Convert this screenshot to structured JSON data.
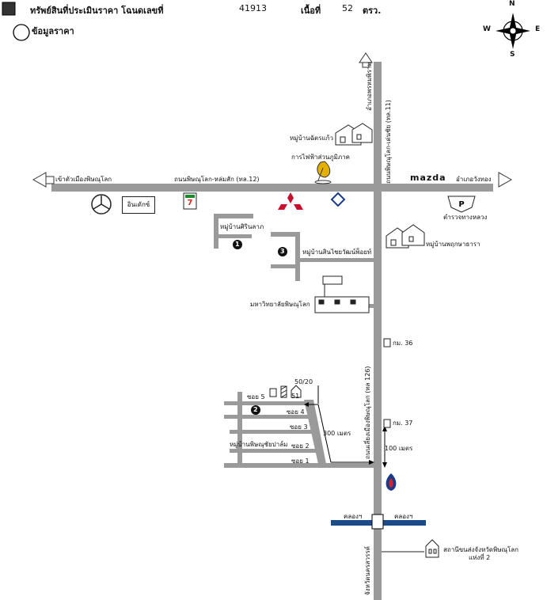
{
  "header": {
    "property_label": "ทรัพย์สินที่ประเมินราคา โฉนดเลขที่",
    "deed_number": "41913",
    "area_label": "เนื้อที่",
    "area_value": "52",
    "area_unit": "ตรว.",
    "data_label": "ข้อมูลราคา"
  },
  "compass": {
    "n": "N",
    "w": "W",
    "e": "E",
    "s": "S"
  },
  "roads": {
    "main_horizontal": "ถนนพิษณุโลก-หล่มสัก (ทล.12)",
    "main_vertical_upper": "ถนนพิษณุโลก-เด่นชัย (ทล.11)",
    "main_vertical_lower": "ถนนเลี่ยงเมืองพิษณุโลก (ทล 126)",
    "to_city_west": "เข้าตัวเมืองพิษณุโลก",
    "to_wangthong_east": "อำเภอวังทอง",
    "to_phromphiram_north": "อำเภอพรหมพิราม",
    "to_bangrakam_south": "จังหวัดนครสวรรค์"
  },
  "places": {
    "cement_shop": "อินเดักซ์",
    "mazda": "mazda",
    "police": "ตำรวจทางหลวง",
    "electricity": "การไฟฟ้าส่วนภูมิภาค",
    "village_chaiyakaew": "หมู่บ้านฉัตรแก้ว",
    "village_sirinlak": "หมู่บ้านศิรินลาภ",
    "village_sinthavee": "หมู่บ้านสินไชยวัฒน์พ็อยท์",
    "village_pruksa": "หมู่บ้านพฤกษาธารา",
    "university": "มหาวิทยาลัยพิษณุโลก",
    "village_phitsanuchai": "หมู่บ้านพิษณุชัยปาล์ม",
    "bus_terminal": "สถานีขนส่งจังหวัดพิษณุโลก",
    "bus_terminal_2": "แห่งที่ 2",
    "canal_left": "คลองฯ",
    "canal_right": "คลองฯ",
    "km36": "กม. 36",
    "km37": "กม. 37",
    "dist_100": "100 เมตร",
    "dist_300": "300 เมตร",
    "soi_1": "ซอย 1",
    "soi_2": "ซอย 2",
    "soi_3": "ซอย 3",
    "soi_4": "ซอย 4",
    "soi_5": "ซอย 5",
    "house_no": "50/20",
    "marker_1": "1",
    "marker_2": "2",
    "marker_3": "3",
    "mark_51": "51"
  }
}
